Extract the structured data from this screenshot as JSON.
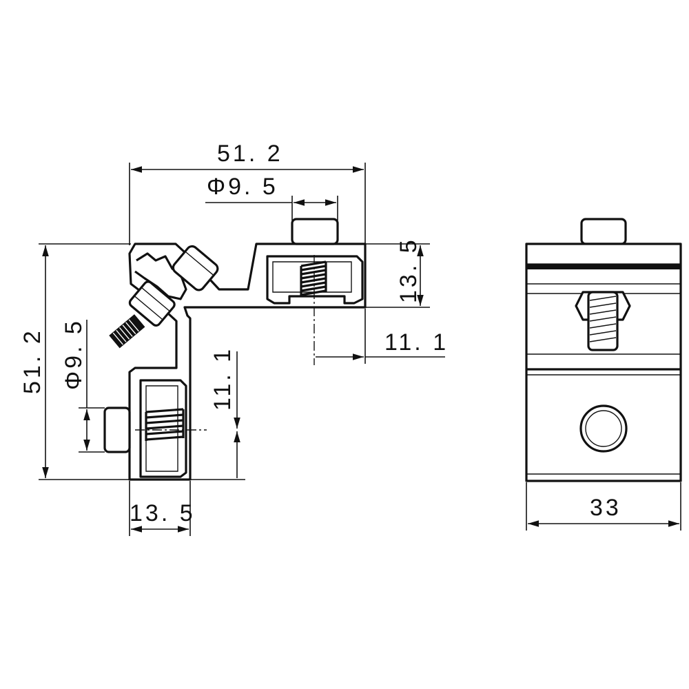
{
  "dimensions": {
    "top_width": "51. 2",
    "top_hole_dia": "Φ9. 5",
    "top_height": "13. 5",
    "top_offset": "11. 1",
    "left_height": "51. 2",
    "left_hole_dia": "Φ9. 5",
    "left_offset": "11. 1",
    "bottom_width": "13. 5",
    "side_width": "33"
  }
}
